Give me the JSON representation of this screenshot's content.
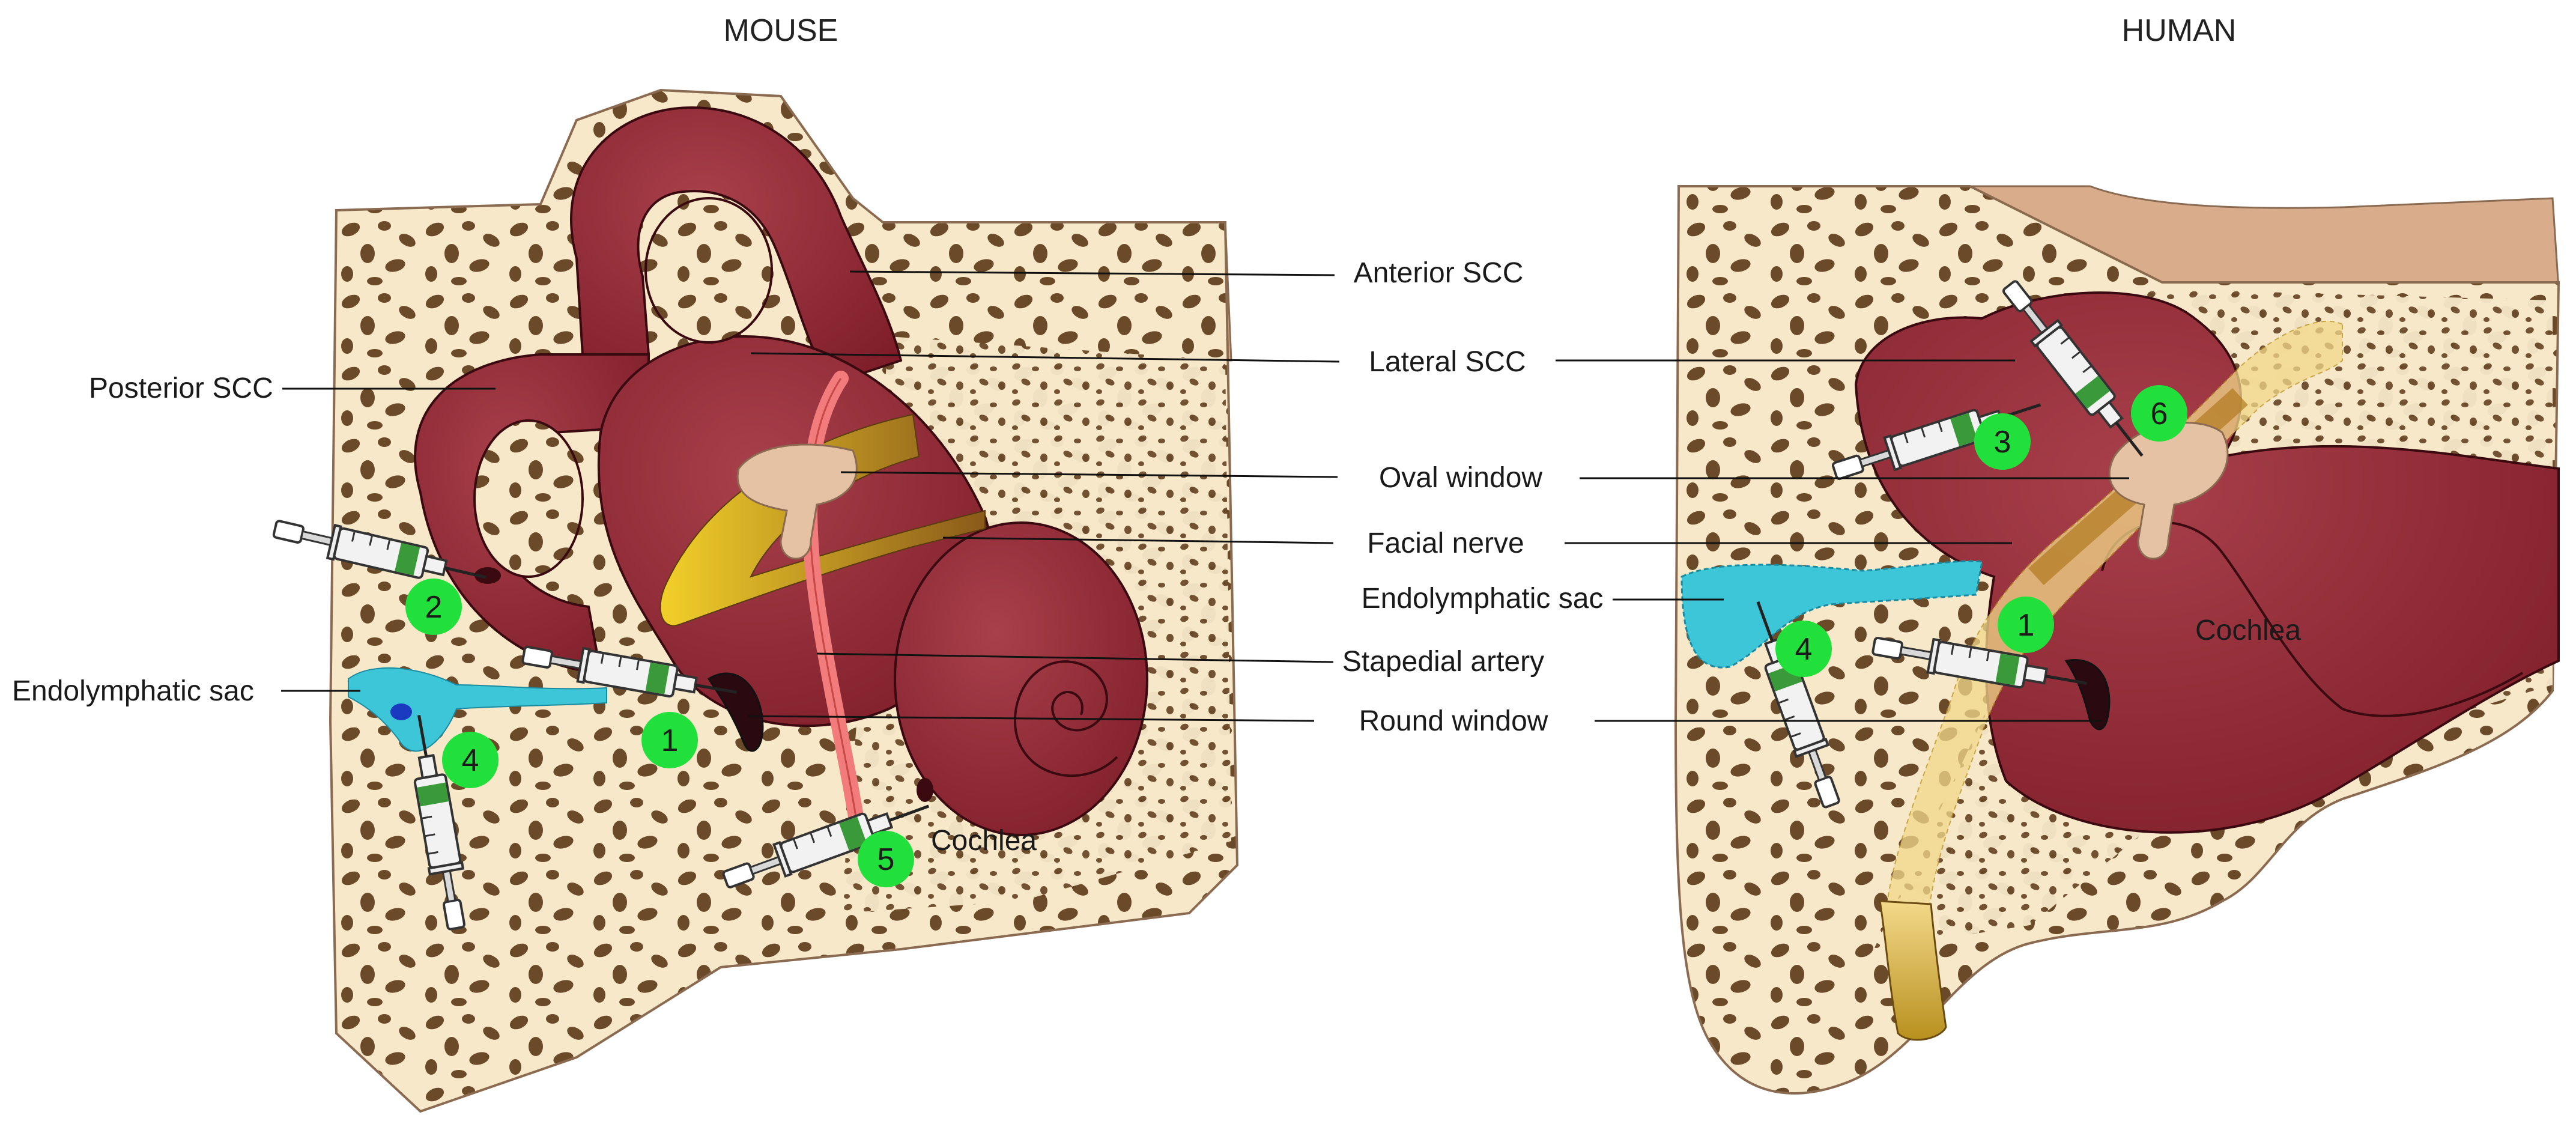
{
  "titles": {
    "mouse": "MOUSE",
    "human": "HUMAN"
  },
  "labels": {
    "anterior_scc": "Anterior SCC",
    "lateral_scc": "Lateral SCC",
    "posterior_scc": "Posterior SCC",
    "oval_window": "Oval window",
    "facial_nerve": "Facial nerve",
    "endolymphatic_sac": "Endolymphatic sac",
    "stapedial_artery": "Stapedial artery",
    "round_window": "Round window",
    "cochlea": "Cochlea"
  },
  "injection_sites": {
    "mouse": [
      "2",
      "1",
      "4",
      "5"
    ],
    "human": [
      "3",
      "6",
      "1",
      "4"
    ]
  },
  "colors": {
    "bone": "#f6e8c9",
    "bone_pore": "#6b4a2a",
    "labyrinth": "#8b2230",
    "labyrinth_light": "#a03843",
    "skin": "#d9ad8c",
    "endolymphatic_sac": "#3cc6d8",
    "facial_nerve": "#c89a24",
    "stapedial_artery": "#f27c7c",
    "stapes": "#e6c2a4",
    "marker": "#22e03c"
  }
}
